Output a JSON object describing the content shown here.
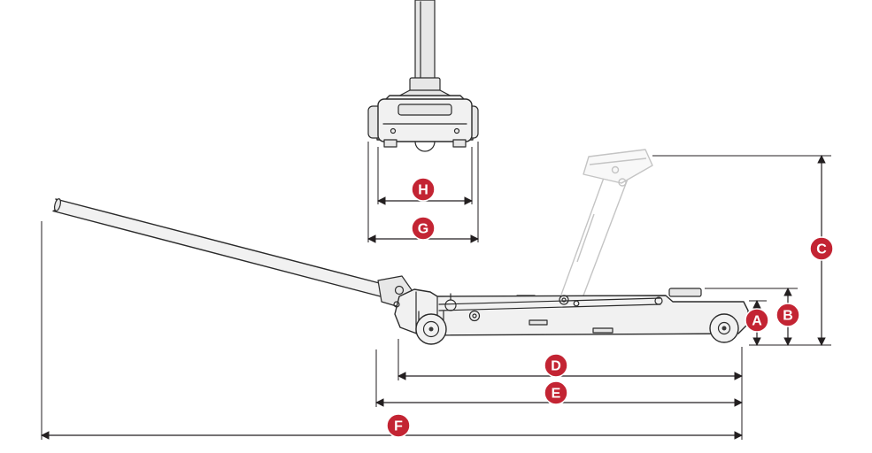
{
  "diagram": {
    "subject": "trolley-floor-jack-dimension-diagram",
    "views": {
      "top": "saddle-front-view",
      "side": "jack-side-view-with-raised-ghost"
    }
  },
  "dimension_labels": [
    "A",
    "B",
    "C",
    "D",
    "E",
    "F",
    "G",
    "H"
  ],
  "colors": {
    "label_circle": "#c32433",
    "label_letter": "#ffffff",
    "artwork_line": "#2b2b2b",
    "ghost_line": "#c4c4c4",
    "dimension_line": "#231f20",
    "background": "#ffffff"
  }
}
